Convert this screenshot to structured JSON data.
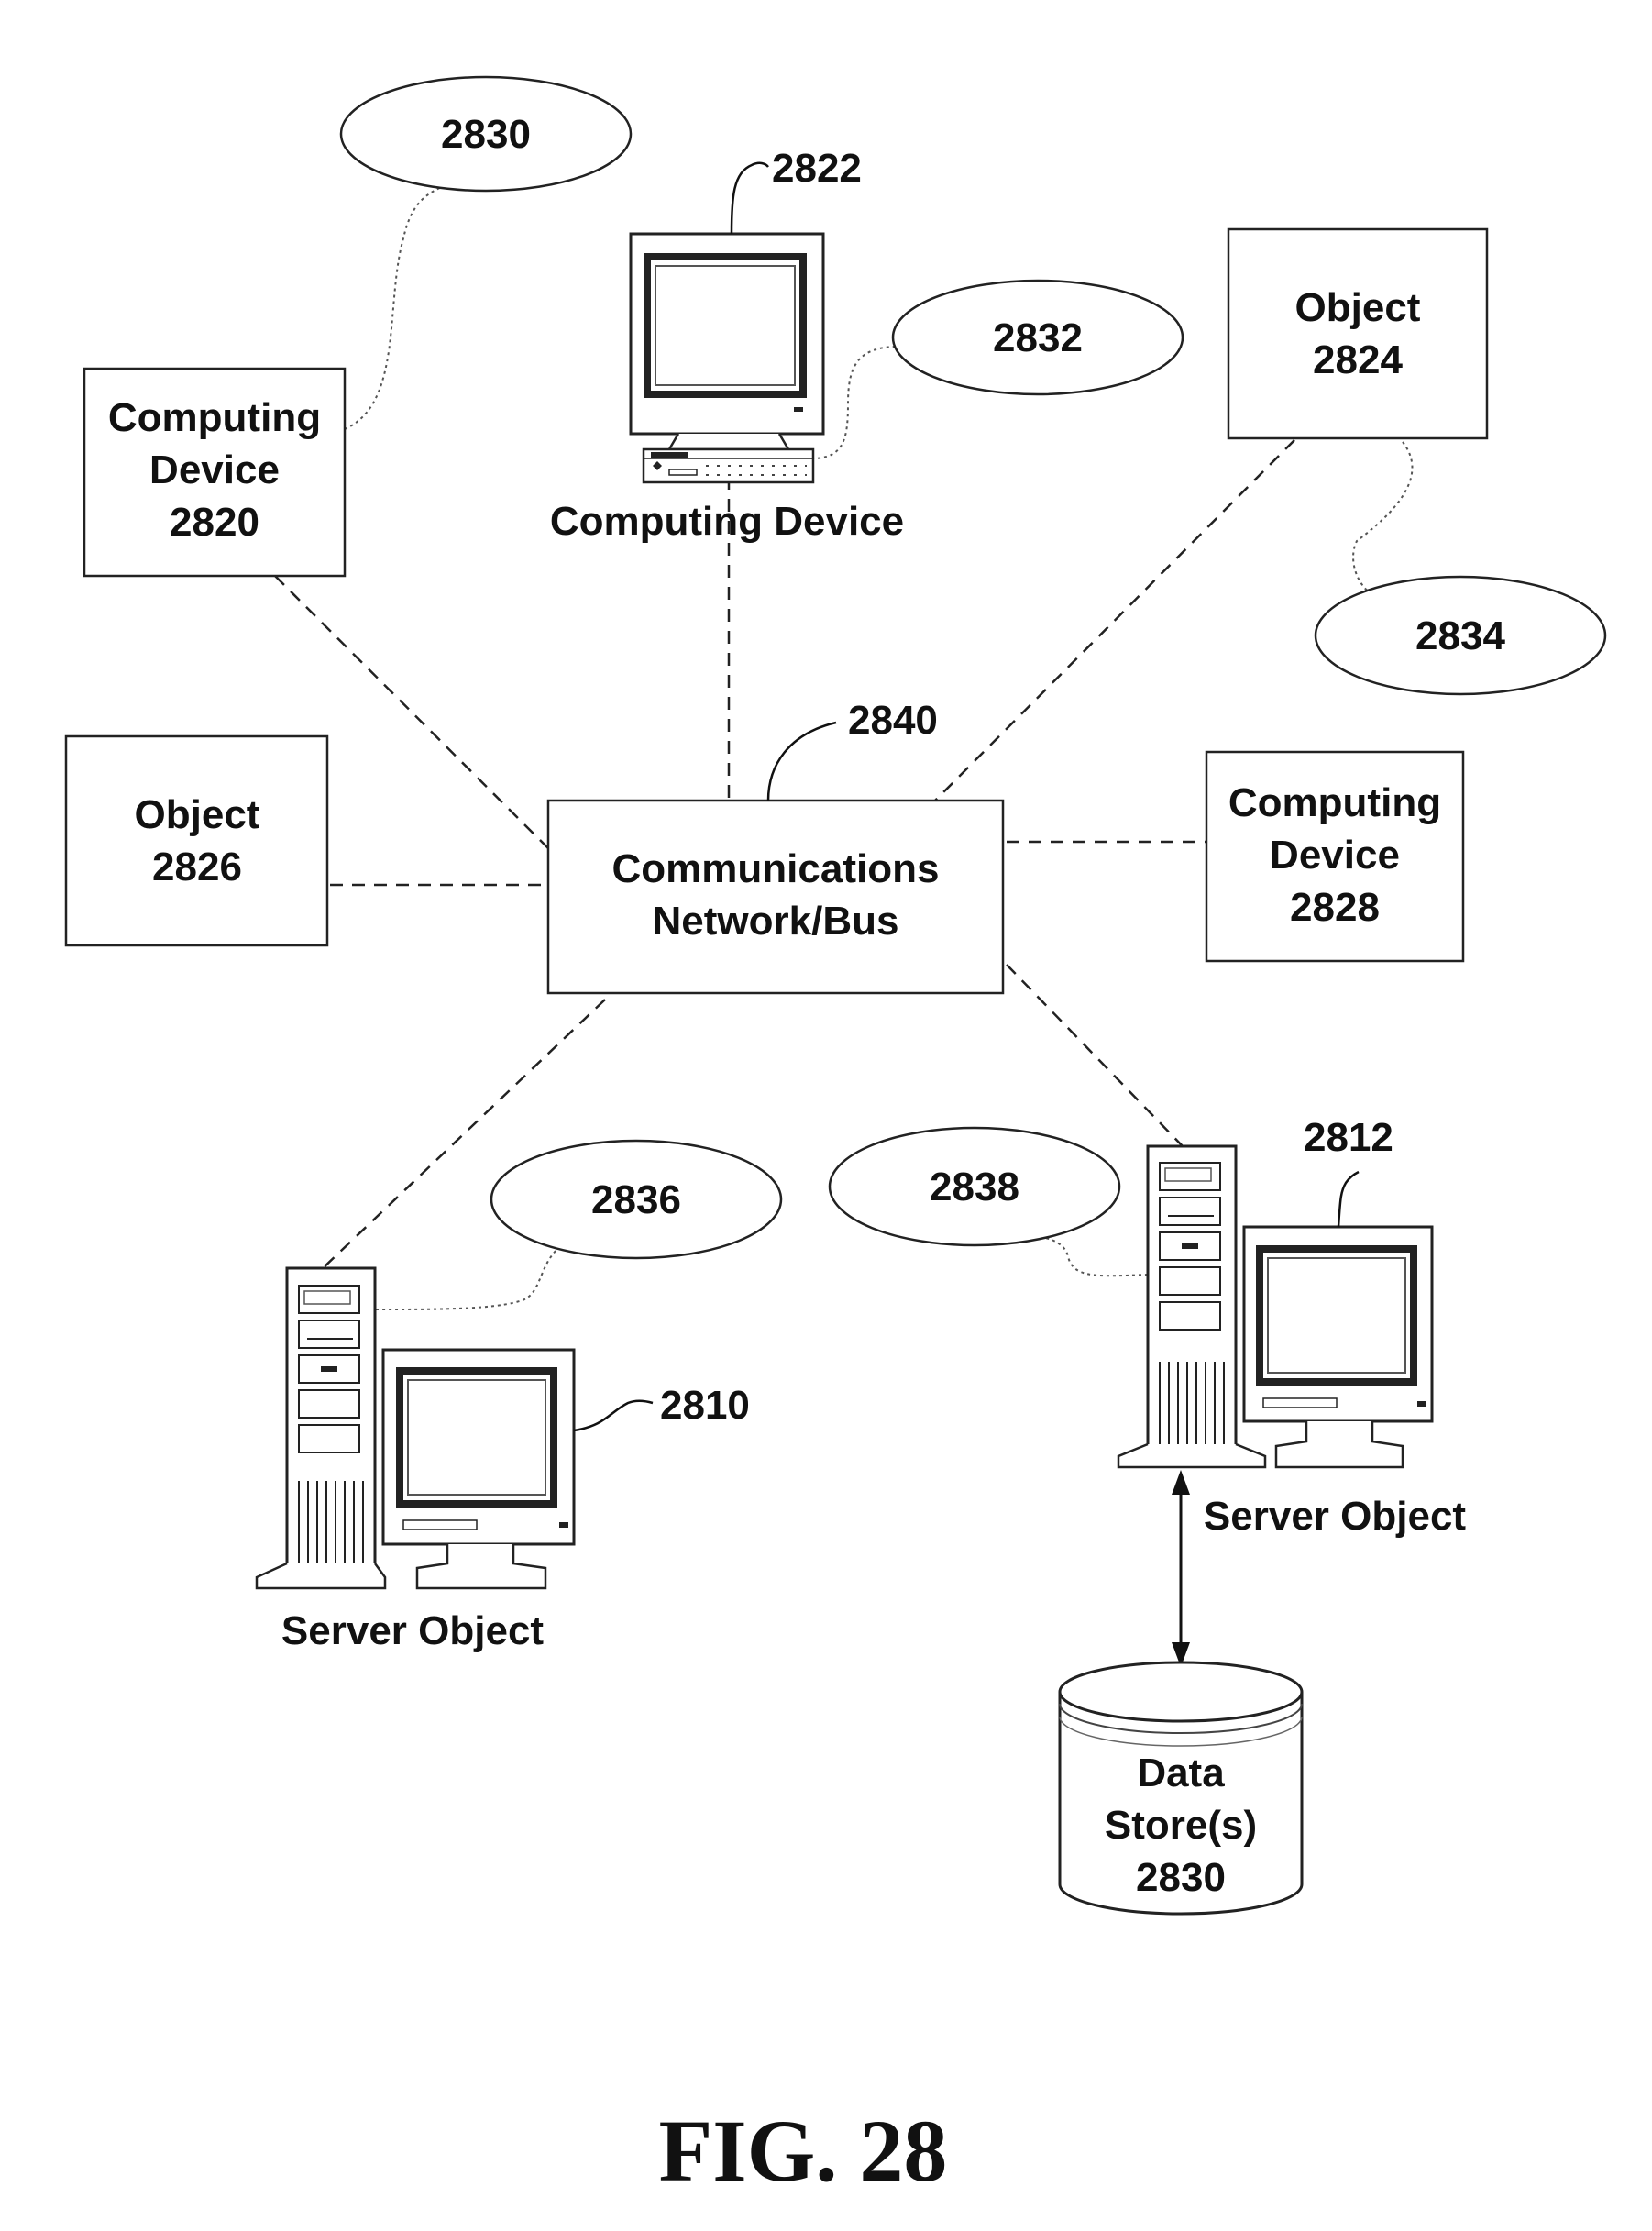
{
  "figure": {
    "caption": "FIG. 28"
  },
  "network": {
    "line1": "Communications",
    "line2": "Network/Bus",
    "ref": "2840"
  },
  "boxes": {
    "computing_2820": {
      "line1": "Computing",
      "line2": "Device",
      "line3": "2820"
    },
    "object_2824": {
      "line1": "Object",
      "line2": "2824"
    },
    "object_2826": {
      "line1": "Object",
      "line2": "2826"
    },
    "computing_2828": {
      "line1": "Computing",
      "line2": "Device",
      "line3": "2828"
    }
  },
  "ovals": {
    "o2830": "2830",
    "o2832": "2832",
    "o2834": "2834",
    "o2836": "2836",
    "o2838": "2838"
  },
  "devices": {
    "top_computer": {
      "ref": "2822",
      "label": "Computing Device"
    },
    "left_server": {
      "ref": "2810",
      "label": "Server Object"
    },
    "right_server": {
      "ref": "2812",
      "label": "Server Object"
    }
  },
  "datastore": {
    "line1": "Data",
    "line2": "Store(s)",
    "line3": "2830"
  }
}
